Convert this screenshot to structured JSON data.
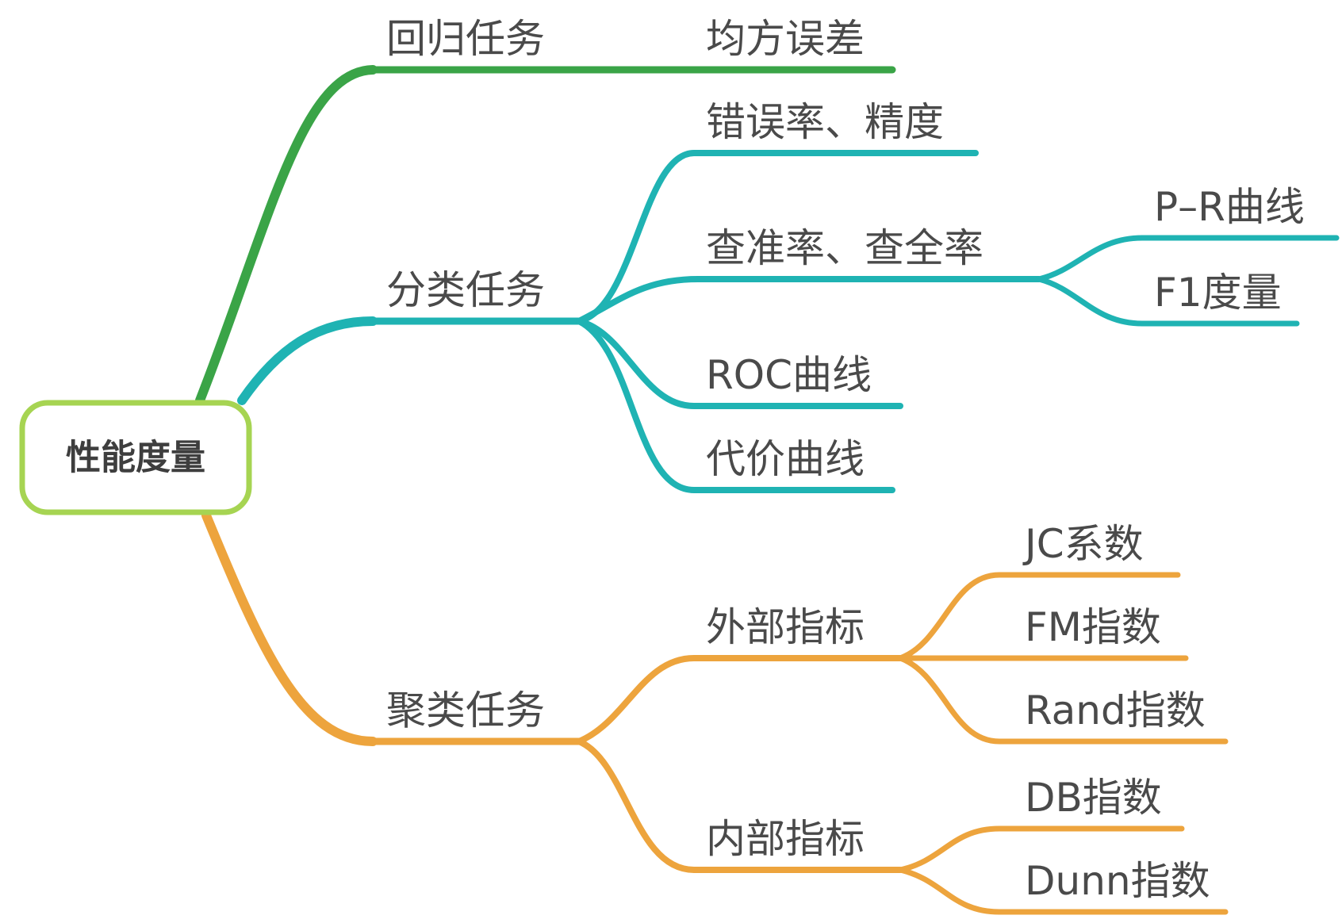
{
  "colors": {
    "regression": "#3aa447",
    "classification": "#1fb3b3",
    "clustering": "#eda43d",
    "root_border": "#a6d452",
    "text": "#4a4a4a"
  },
  "root": {
    "label": "性能度量"
  },
  "regression": {
    "label": "回归任务",
    "children": [
      "均方误差"
    ]
  },
  "classification": {
    "label": "分类任务",
    "children": [
      "错误率、精度",
      "查准率、查全率",
      "ROC曲线",
      "代价曲线"
    ],
    "pr_children": [
      "P–R曲线",
      "F1度量"
    ]
  },
  "clustering": {
    "label": "聚类任务",
    "external": {
      "label": "外部指标",
      "children": [
        "JC系数",
        "FM指数",
        "Rand指数"
      ]
    },
    "internal": {
      "label": "内部指标",
      "children": [
        "DB指数",
        "Dunn指数"
      ]
    }
  }
}
